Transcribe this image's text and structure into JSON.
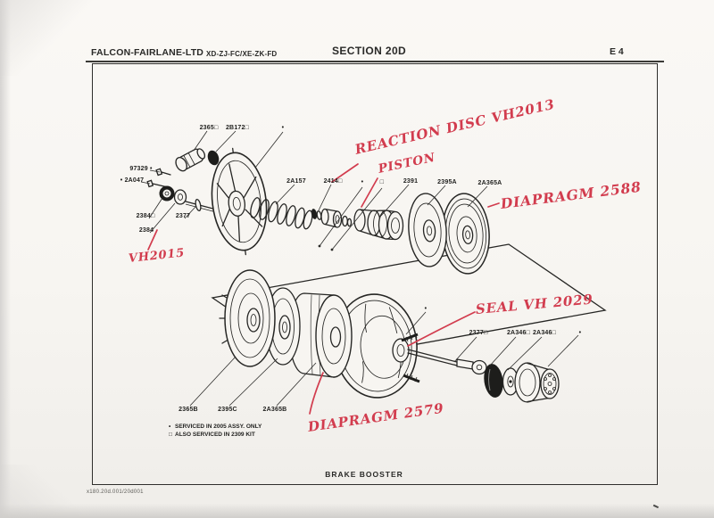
{
  "header": {
    "brand": "FALCON-FAIRLANE-LTD",
    "models": "XD-ZJ-FC/XE-ZK-FD",
    "section": "SECTION 20D",
    "page_ref": "E 4"
  },
  "footer": {
    "caption": "BRAKE BOOSTER",
    "doc_code": "x180.20d.001/20d001"
  },
  "legend": {
    "items": [
      {
        "marker": "•",
        "text": "SERVICED IN 2005 ASSY. ONLY"
      },
      {
        "marker": "□",
        "text": "ALSO SERVICED IN 2309 KIT"
      }
    ]
  },
  "part_labels": [
    {
      "text": "2365□"
    },
    {
      "text": "2B172□"
    },
    {
      "text": "97329 •"
    },
    {
      "text": "• 2A047"
    },
    {
      "text": "2384□"
    },
    {
      "text": "2377"
    },
    {
      "text": "2384"
    },
    {
      "text": "2A157"
    },
    {
      "text": "2414□"
    },
    {
      "text": "•"
    },
    {
      "text": "□"
    },
    {
      "text": "2391"
    },
    {
      "text": "2395A"
    },
    {
      "text": "2A365A"
    },
    {
      "text": "•"
    },
    {
      "text": "2365B"
    },
    {
      "text": "2395C"
    },
    {
      "text": "2A365B"
    },
    {
      "text": "2377□"
    },
    {
      "text": "2A346□"
    },
    {
      "text": "2A346□"
    },
    {
      "text": "•"
    },
    {
      "text": "•"
    }
  ],
  "handwritten": {
    "ink_color": "#d23c4e",
    "notes": [
      {
        "text": "REACTION DISC VH2013"
      },
      {
        "text": "PISTON"
      },
      {
        "text": "DIAPRAGM 2588"
      },
      {
        "text": "VH2015"
      },
      {
        "text": "SEAL VH 2029"
      },
      {
        "text": "DIAPRAGM 2579"
      }
    ]
  },
  "drawing": {
    "subject": "Brake booster exploded parts diagram",
    "line_color": "#2a2a28",
    "paper_color": "#f6f4f0"
  }
}
